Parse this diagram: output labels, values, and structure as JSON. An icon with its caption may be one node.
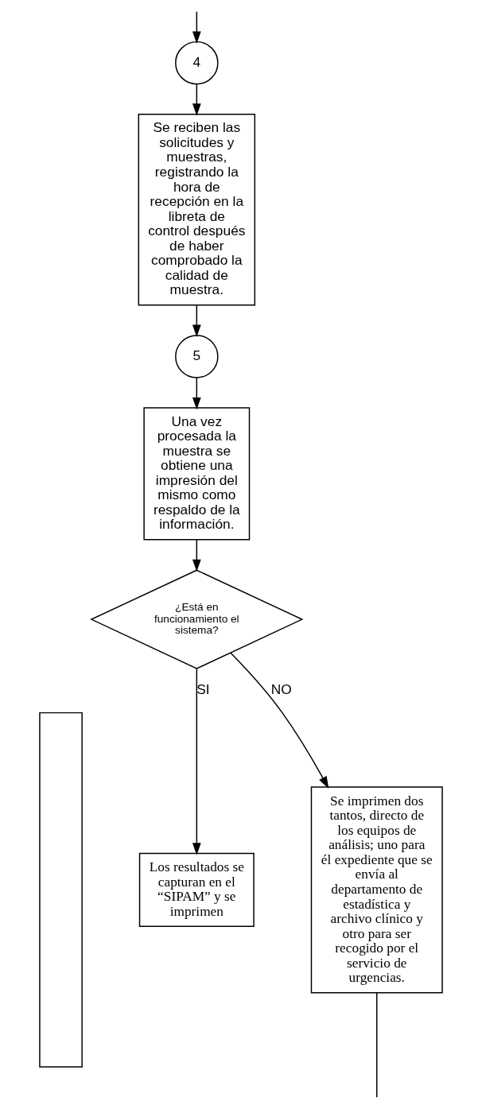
{
  "diagram": {
    "nodes": [
      {
        "text": [
          "4"
        ]
      },
      {
        "text": [
          "Se reciben las solicitudes y muestras, registrando la hora de recepción en la libreta de control después de haber comprobado la calidad de muestra."
        ]
      },
      {
        "text": [
          "5"
        ]
      },
      {
        "text": [
          "Una vez procesada la muestra se obtiene una impresión del mismo como respaldo de la información."
        ]
      },
      {
        "text": [
          "¿Está en funcionamiento el sistema?"
        ]
      },
      {
        "text": [],
        "shape": "box"
      },
      {
        "text": [
          "Los resultados se capturan en el “SIPAM” y se imprimen"
        ]
      },
      {
        "text": [
          "Se imprimen dos tantos, directo de los equipos de análisis; uno para él expediente que se envía al departamento de estadística y archivo clínico y otro para ser recogido por el servicio de urgencias."
        ]
      }
    ],
    "edges": [
      {
        "from": null,
        "to": 0,
        "arrow": "to"
      },
      {
        "from": 0,
        "to": 1,
        "arrow": "to"
      },
      {
        "from": 1,
        "to": 2,
        "arrow": "to"
      },
      {
        "from": 2,
        "to": 3,
        "arrow": "to"
      },
      {
        "from": 3,
        "to": 4,
        "arrow": "to"
      },
      {
        "from": 4,
        "to": 6,
        "arrow": "to",
        "label": "SI"
      },
      {
        "from": 4,
        "to": 7,
        "arrow": "to",
        "label": "NO"
      },
      {
        "from": 7,
        "to": null,
        "arrow": "none"
      }
    ]
  }
}
